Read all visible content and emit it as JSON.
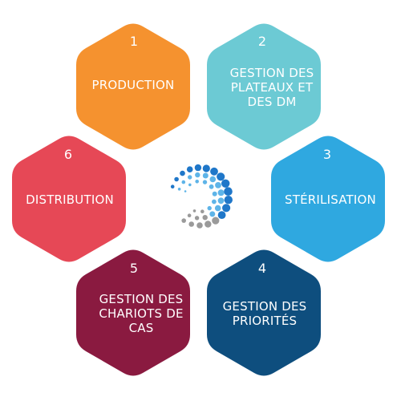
{
  "colors": {
    "orange": "#F5922F",
    "teal": "#6CCAD4",
    "sky": "#2FA8E0",
    "navy": "#0E4E7E",
    "maroon": "#8A1A40",
    "red": "#E64856",
    "logo_blue_light": "#5EB4E8",
    "logo_blue_dark": "#1F77C9",
    "logo_gray": "#9A9A9A"
  },
  "steps": [
    {
      "number": "1",
      "label": "PRODUCTION",
      "color": "orange"
    },
    {
      "number": "2",
      "label": "GESTION DES PLATEAUX ET DES DM",
      "color": "teal"
    },
    {
      "number": "3",
      "label": "STÉRILISATION",
      "color": "sky"
    },
    {
      "number": "4",
      "label": "GESTION DES PRIORITÉS",
      "color": "navy"
    },
    {
      "number": "5",
      "label": "GESTION DES CHARIOTS DE CAS",
      "color": "maroon"
    },
    {
      "number": "6",
      "label": "DISTRIBUTION",
      "color": "red"
    }
  ],
  "center_icon": "dotted-ring-logo-icon"
}
